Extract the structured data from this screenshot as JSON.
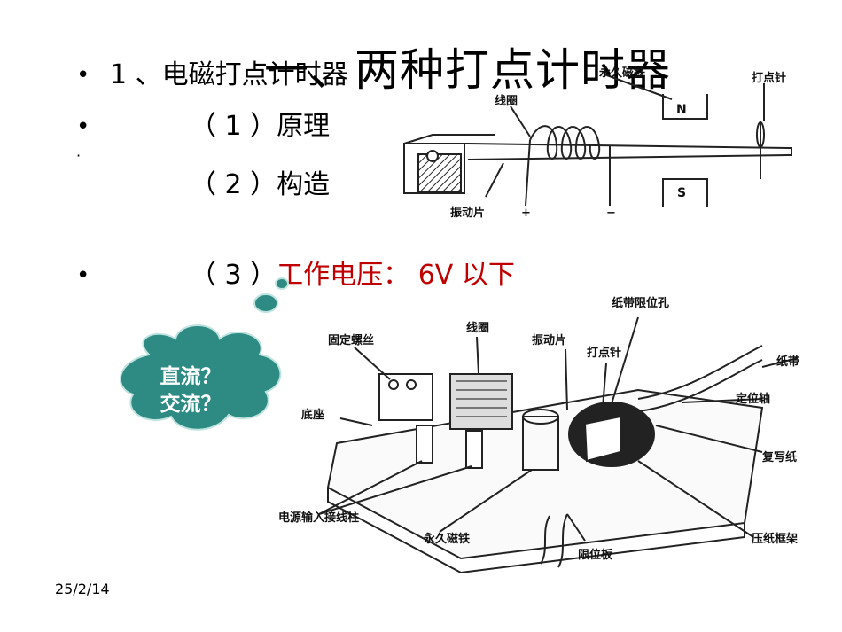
{
  "slide": {
    "title": "一、两种打点计时器",
    "items": [
      {
        "bullet": "•",
        "text": "1 、电磁打点计时器"
      },
      {
        "bullet": "•",
        "text": "（ 1 ）原理"
      },
      {
        "bullet": "",
        "text": "（ 2 ）构造"
      },
      {
        "bullet": "•",
        "text_black": "（ 3 ）",
        "text_red": "工作电压： 6V 以下"
      }
    ],
    "small_dot": "·",
    "cloud": {
      "line1": "直流？",
      "line2": "交流？",
      "color": "#2e8b84"
    },
    "date": "25/2/14"
  },
  "diagram_top": {
    "labels": {
      "magnet": "永久磁铁",
      "coil": "线圈",
      "needle": "打点针",
      "vibrating_plate": "振动片",
      "n_pole": "N",
      "s_pole": "S",
      "plus": "+",
      "minus": "−"
    }
  },
  "diagram_bottom": {
    "labels": {
      "screw": "固定螺丝",
      "coil": "线圈",
      "hole": "纸带限位孔",
      "vibrating_plate": "振动片",
      "needle": "打点针",
      "tape": "纸带",
      "axle": "定位轴",
      "base": "底座",
      "carbon": "复写纸",
      "terminals": "电源输入接线柱",
      "magnet": "永久磁铁",
      "limit_plate": "限位板",
      "frame": "压纸框架"
    }
  }
}
